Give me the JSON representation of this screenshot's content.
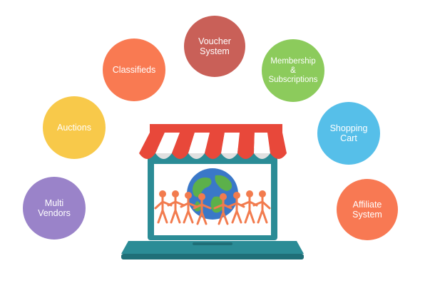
{
  "features": {
    "voucher": {
      "label": "Voucher\nSystem",
      "color": "#c96058"
    },
    "classifieds": {
      "label": "Classifieds",
      "color": "#f97a52"
    },
    "membership": {
      "label": "Membership\n&\nSubscriptions",
      "color": "#8ccb5c"
    },
    "auctions": {
      "label": "Auctions",
      "color": "#f8c94a"
    },
    "shopping": {
      "label": "Shopping\nCart",
      "color": "#56bfe9"
    },
    "multi": {
      "label": "Multi\nVendors",
      "color": "#9a83c9"
    },
    "affiliate": {
      "label": "Affiliate\nSystem",
      "color": "#f87953"
    }
  },
  "colors": {
    "laptop_body": "#2b8c96",
    "laptop_dark": "#1f6f78",
    "awning_red": "#e8483a",
    "awning_white": "#ffffff",
    "globe_ocean": "#3a78c8",
    "globe_land": "#5cb04a",
    "people": "#f27b4e"
  },
  "icons": {
    "storefront": "laptop-storefront-icon",
    "globe": "globe-icon",
    "people": "people-chain-icon"
  }
}
